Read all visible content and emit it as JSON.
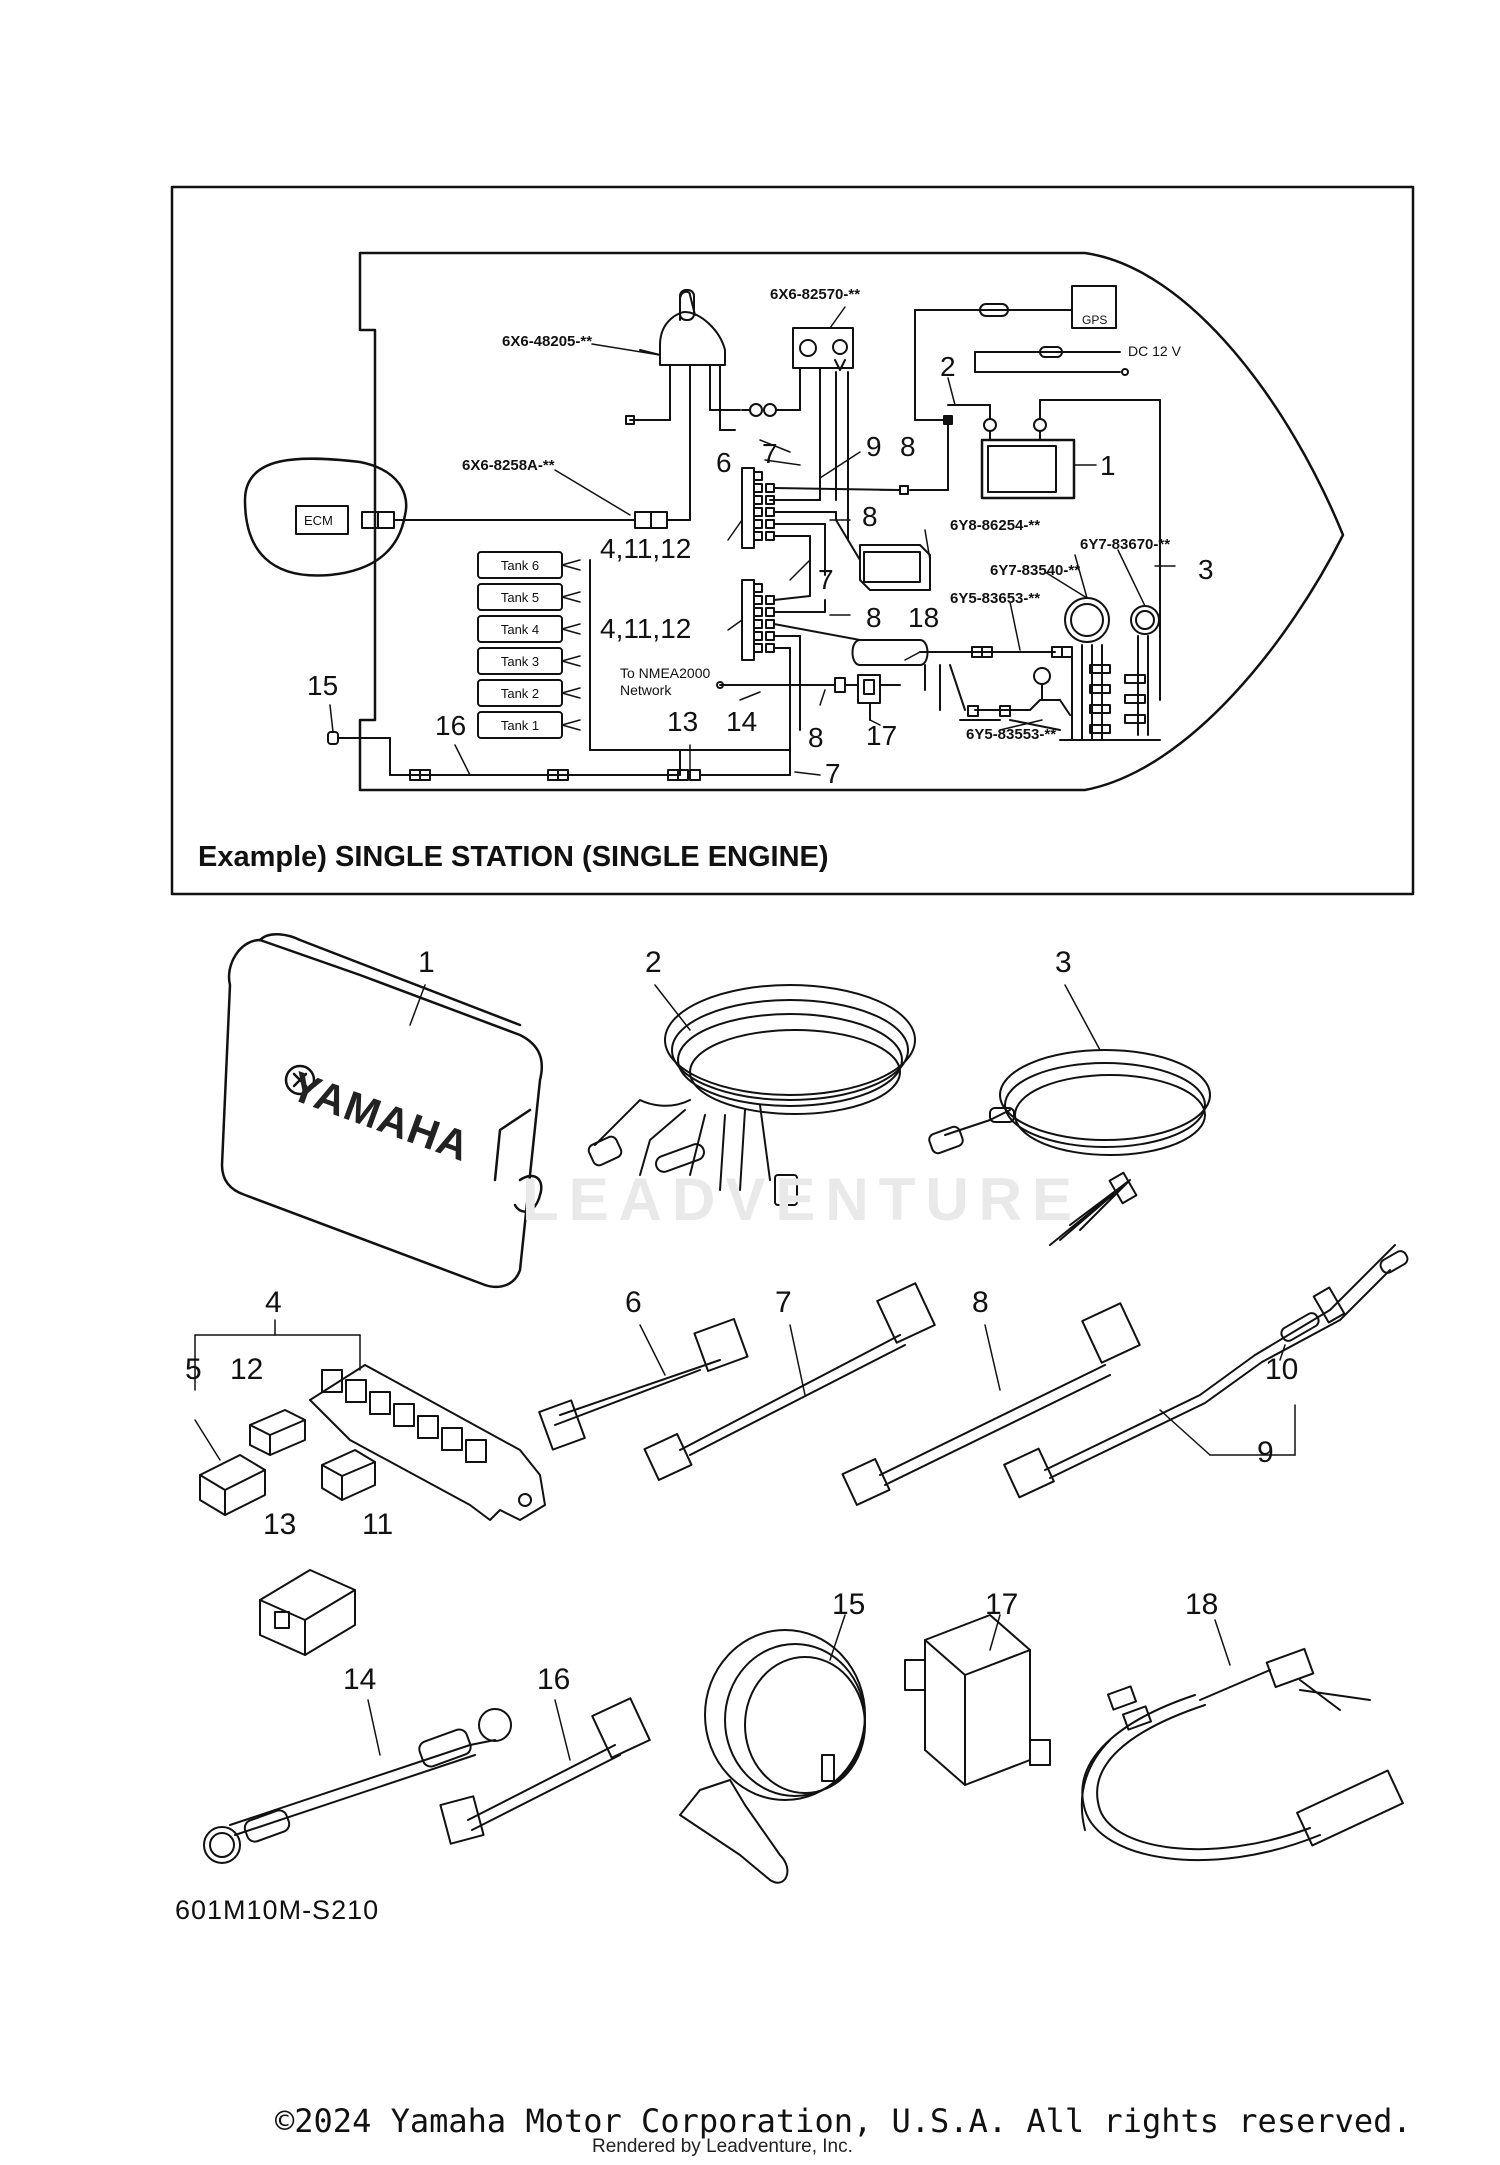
{
  "caption": "Example) SINGLE STATION (SINGLE ENGINE)",
  "figure_code": "601M10M-S210",
  "copyright": "©2024 Yamaha Motor Corporation, U.S.A. All rights reserved.",
  "rendered_by": "Rendered by Leadventure, Inc.",
  "watermark": "LEADVENTURE",
  "brand_logo_text": "YAMAHA",
  "schematic": {
    "part_numbers": {
      "pn_48205": "6X6-48205-**",
      "pn_82570": "6X6-82570-**",
      "pn_8258a": "6X6-8258A-**",
      "pn_86254": "6Y8-86254-**",
      "pn_83670": "6Y7-83670-**",
      "pn_83540": "6Y7-83540-**",
      "pn_83653": "6Y5-83653-**",
      "pn_83553": "6Y5-83553-**"
    },
    "ecm": "ECM",
    "gps": "GPS",
    "dc": "DC 12 V",
    "nmea_1": "To NMEA2000",
    "nmea_2": "Network",
    "tanks": [
      "Tank 6",
      "Tank 5",
      "Tank 4",
      "Tank 3",
      "Tank 2",
      "Tank 1"
    ],
    "callouts": {
      "c1": "1",
      "c2": "2",
      "c3": "3",
      "c6": "6",
      "c7a": "7",
      "c7b": "7",
      "c7c": "7",
      "c8a": "8",
      "c8b": "8",
      "c8c": "8",
      "c8d": "8",
      "c9": "9",
      "c41112a": "4,11,12",
      "c41112b": "4,11,12",
      "c13": "13",
      "c14": "14",
      "c15": "15",
      "c16": "16",
      "c17": "17",
      "c18": "18"
    }
  },
  "parts_callouts": {
    "p1": "1",
    "p2": "2",
    "p3": "3",
    "p4": "4",
    "p5": "5",
    "p6": "6",
    "p7": "7",
    "p8": "8",
    "p9": "9",
    "p10": "10",
    "p11": "11",
    "p12": "12",
    "p13": "13",
    "p14": "14",
    "p15": "15",
    "p16": "16",
    "p17": "17",
    "p18": "18"
  }
}
